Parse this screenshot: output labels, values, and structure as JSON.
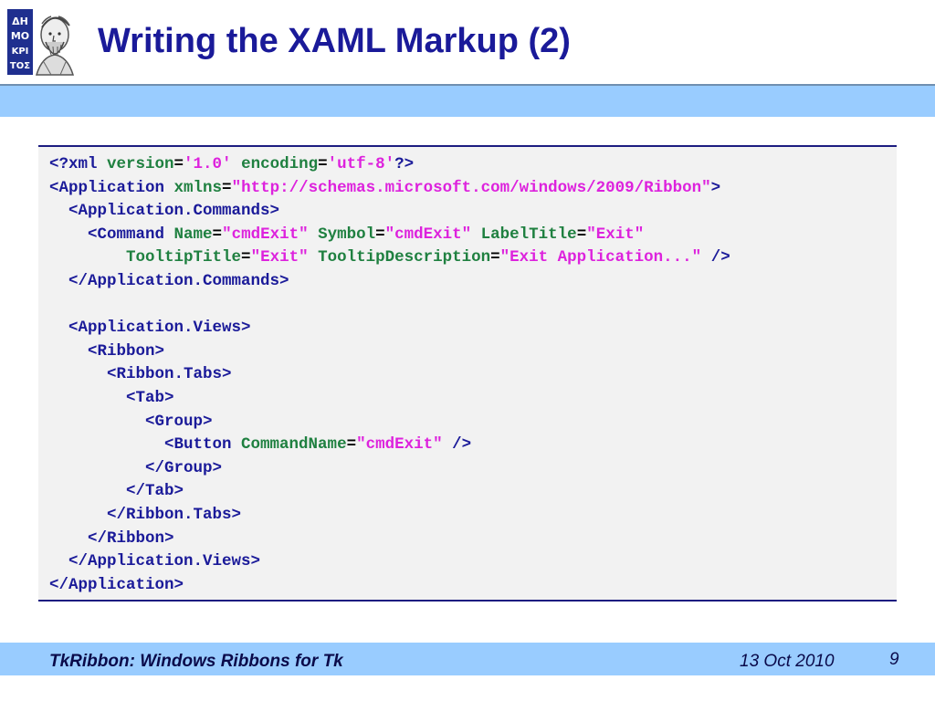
{
  "slide": {
    "title": "Writing the XAML Markup (2)"
  },
  "logo": {
    "icon": "democritus-portrait-icon",
    "letters": [
      "ΔΗ",
      "ΜΟ",
      "ΚΡΙ",
      "ΤΟΣ"
    ]
  },
  "code_lines": [
    [
      [
        "tg",
        "<?xml "
      ],
      [
        "at",
        "version"
      ],
      [
        "eq",
        "="
      ],
      [
        "vl",
        "'1.0'"
      ],
      [
        "tg",
        " "
      ],
      [
        "at",
        "encoding"
      ],
      [
        "eq",
        "="
      ],
      [
        "vl",
        "'utf-8'"
      ],
      [
        "tg",
        "?>"
      ]
    ],
    [
      [
        "tg",
        "<Application "
      ],
      [
        "at",
        "xmlns"
      ],
      [
        "eq",
        "="
      ],
      [
        "vl",
        "\"http://schemas.microsoft.com/windows/2009/Ribbon\""
      ],
      [
        "tg",
        ">"
      ]
    ],
    [
      [
        "tg",
        "  <Application.Commands>"
      ]
    ],
    [
      [
        "tg",
        "    <Command "
      ],
      [
        "at",
        "Name"
      ],
      [
        "eq",
        "="
      ],
      [
        "vl",
        "\"cmdExit\""
      ],
      [
        "tg",
        " "
      ],
      [
        "at",
        "Symbol"
      ],
      [
        "eq",
        "="
      ],
      [
        "vl",
        "\"cmdExit\""
      ],
      [
        "tg",
        " "
      ],
      [
        "at",
        "LabelTitle"
      ],
      [
        "eq",
        "="
      ],
      [
        "vl",
        "\"Exit\""
      ]
    ],
    [
      [
        "tg",
        "        "
      ],
      [
        "at",
        "TooltipTitle"
      ],
      [
        "eq",
        "="
      ],
      [
        "vl",
        "\"Exit\""
      ],
      [
        "tg",
        " "
      ],
      [
        "at",
        "TooltipDescription"
      ],
      [
        "eq",
        "="
      ],
      [
        "vl",
        "\"Exit Application...\""
      ],
      [
        "tg",
        " />"
      ]
    ],
    [
      [
        "tg",
        "  </Application.Commands>"
      ]
    ],
    [],
    [
      [
        "tg",
        "  <Application.Views>"
      ]
    ],
    [
      [
        "tg",
        "    <Ribbon>"
      ]
    ],
    [
      [
        "tg",
        "      <Ribbon.Tabs>"
      ]
    ],
    [
      [
        "tg",
        "        <Tab>"
      ]
    ],
    [
      [
        "tg",
        "          <Group>"
      ]
    ],
    [
      [
        "tg",
        "            <Button "
      ],
      [
        "at",
        "CommandName"
      ],
      [
        "eq",
        "="
      ],
      [
        "vl",
        "\"cmdExit\""
      ],
      [
        "tg",
        " />"
      ]
    ],
    [
      [
        "tg",
        "          </Group>"
      ]
    ],
    [
      [
        "tg",
        "        </Tab>"
      ]
    ],
    [
      [
        "tg",
        "      </Ribbon.Tabs>"
      ]
    ],
    [
      [
        "tg",
        "    </Ribbon>"
      ]
    ],
    [
      [
        "tg",
        "  </Application.Views>"
      ]
    ],
    [
      [
        "tg",
        "</Application>"
      ]
    ]
  ],
  "footer": {
    "title": "TkRibbon: Windows Ribbons for Tk",
    "date": "13 Oct 2010",
    "page": "9"
  },
  "colors": {
    "title": "#1a1a99",
    "band": "#99ccff",
    "code_background": "#f2f2f2",
    "xml_tag": "#1a1a99",
    "xml_attribute": "#1f8040",
    "xml_value": "#dd22dd"
  }
}
